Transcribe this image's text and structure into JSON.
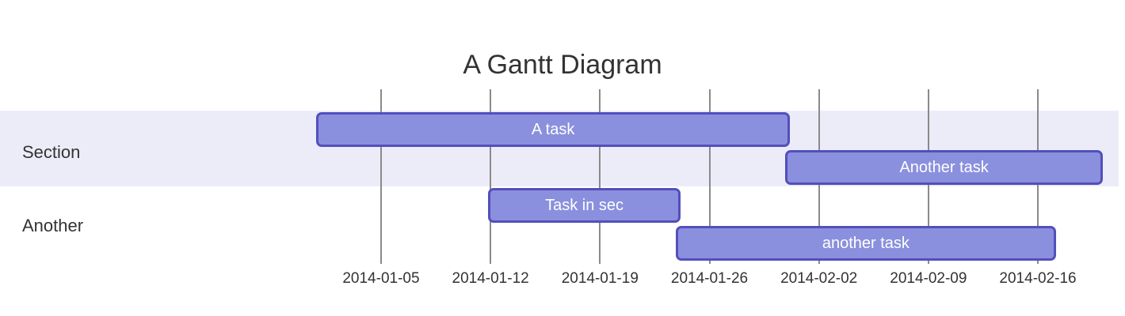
{
  "title": "A Gantt Diagram",
  "sections": [
    {
      "name": "Section"
    },
    {
      "name": "Another"
    }
  ],
  "axis": {
    "ticks": [
      {
        "label": "2014-01-05",
        "day": 4
      },
      {
        "label": "2014-01-12",
        "day": 11
      },
      {
        "label": "2014-01-19",
        "day": 18
      },
      {
        "label": "2014-01-26",
        "day": 25
      },
      {
        "label": "2014-02-02",
        "day": 32
      },
      {
        "label": "2014-02-09",
        "day": 39
      },
      {
        "label": "2014-02-16",
        "day": 46
      }
    ]
  },
  "tasks": [
    {
      "label": "A task",
      "section": "Section",
      "row": 0,
      "start_day": 0,
      "end_day": 30
    },
    {
      "label": "Another task",
      "section": "Section",
      "row": 1,
      "start_day": 30,
      "end_day": 50
    },
    {
      "label": "Task in sec",
      "section": "Another",
      "row": 2,
      "start_day": 11,
      "end_day": 23
    },
    {
      "label": "another task",
      "section": "Another",
      "row": 3,
      "start_day": 23,
      "end_day": 47
    }
  ],
  "colors": {
    "task_fill": "#8a90dd",
    "task_border": "#534fbc",
    "band": "#ececf9",
    "grid": "#8a8a8a",
    "text": "#333333",
    "task_text": "#ffffff",
    "bg": "#ffffff"
  },
  "chart_data": {
    "type": "gantt",
    "title": "A Gantt Diagram",
    "date_origin": "2014-01-01",
    "x_ticks": [
      "2014-01-05",
      "2014-01-12",
      "2014-01-19",
      "2014-01-26",
      "2014-02-02",
      "2014-02-09",
      "2014-02-16"
    ],
    "axis_range": [
      "2014-01-01",
      "2014-02-21"
    ],
    "grid": true,
    "legend": false,
    "sections": [
      {
        "name": "Section",
        "highlighted_band": true,
        "tasks": [
          {
            "label": "A task",
            "start": "2014-01-01",
            "end": "2014-01-31",
            "duration_days": 30
          },
          {
            "label": "Another task",
            "start": "2014-01-31",
            "end": "2014-02-20",
            "duration_days": 20
          }
        ]
      },
      {
        "name": "Another",
        "highlighted_band": false,
        "tasks": [
          {
            "label": "Task in sec",
            "start": "2014-01-12",
            "end": "2014-01-24",
            "duration_days": 12
          },
          {
            "label": "another task",
            "start": "2014-01-24",
            "end": "2014-02-17",
            "duration_days": 24
          }
        ]
      }
    ]
  }
}
